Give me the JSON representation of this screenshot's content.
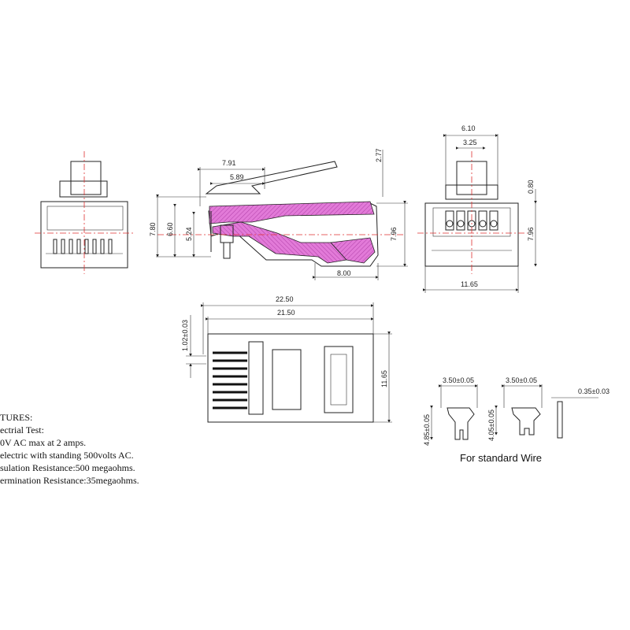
{
  "side_view": {
    "dims": [
      "7.91",
      "5.89",
      "2.77",
      "7.80",
      "6.60",
      "5.24",
      "7.96",
      "8.00"
    ]
  },
  "end_view": {
    "dims": [
      "6.10",
      "3.25",
      "0.80",
      "7.96",
      "11.65"
    ]
  },
  "top_view": {
    "dims": [
      "22.50",
      "21.50",
      "1.02±0.03",
      "11.65"
    ]
  },
  "contacts": {
    "dims": [
      "3.50±0.05",
      "4.85±0.05",
      "3.50±0.05",
      "4.05±0.05",
      "0.35±0.03"
    ],
    "caption": "For standard Wire"
  },
  "features": {
    "title": "TURES:",
    "lines": [
      "ectrial Test:",
      "0V AC max at 2 amps.",
      "electric with standing 500volts AC.",
      "sulation Resistance:500 megaohms.",
      "ermination Resistance:35megaohms."
    ]
  },
  "colors": {
    "section_fill": "#e27ad8",
    "centerline": "#e03030",
    "line": "#222222"
  }
}
